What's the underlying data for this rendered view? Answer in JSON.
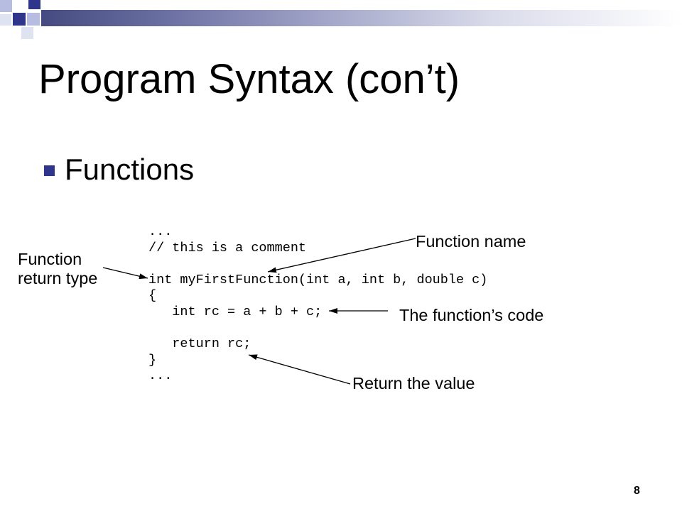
{
  "slide": {
    "title": "Program Syntax (con’t)",
    "bullets": [
      {
        "text": "Functions"
      }
    ],
    "page_number": "8"
  },
  "code": {
    "lines": [
      "...",
      "// this is a comment",
      "",
      "int myFirstFunction(int a, int b, double c)",
      "{",
      "   int rc = a + b + c;",
      "",
      "   return rc;",
      "}",
      "..."
    ]
  },
  "annotations": {
    "return_type": {
      "lines": [
        "Function",
        "return type"
      ]
    },
    "function_name": "Function name",
    "function_code": "The function’s code",
    "return_value": "Return the value"
  },
  "icons": {
    "bullet": "square-bullet-icon"
  },
  "theme": {
    "accent": "#2e358a",
    "accent_light": "#b7bde0",
    "accent_pale": "#dfe2f1",
    "text": "#000000",
    "background": "#ffffff"
  }
}
